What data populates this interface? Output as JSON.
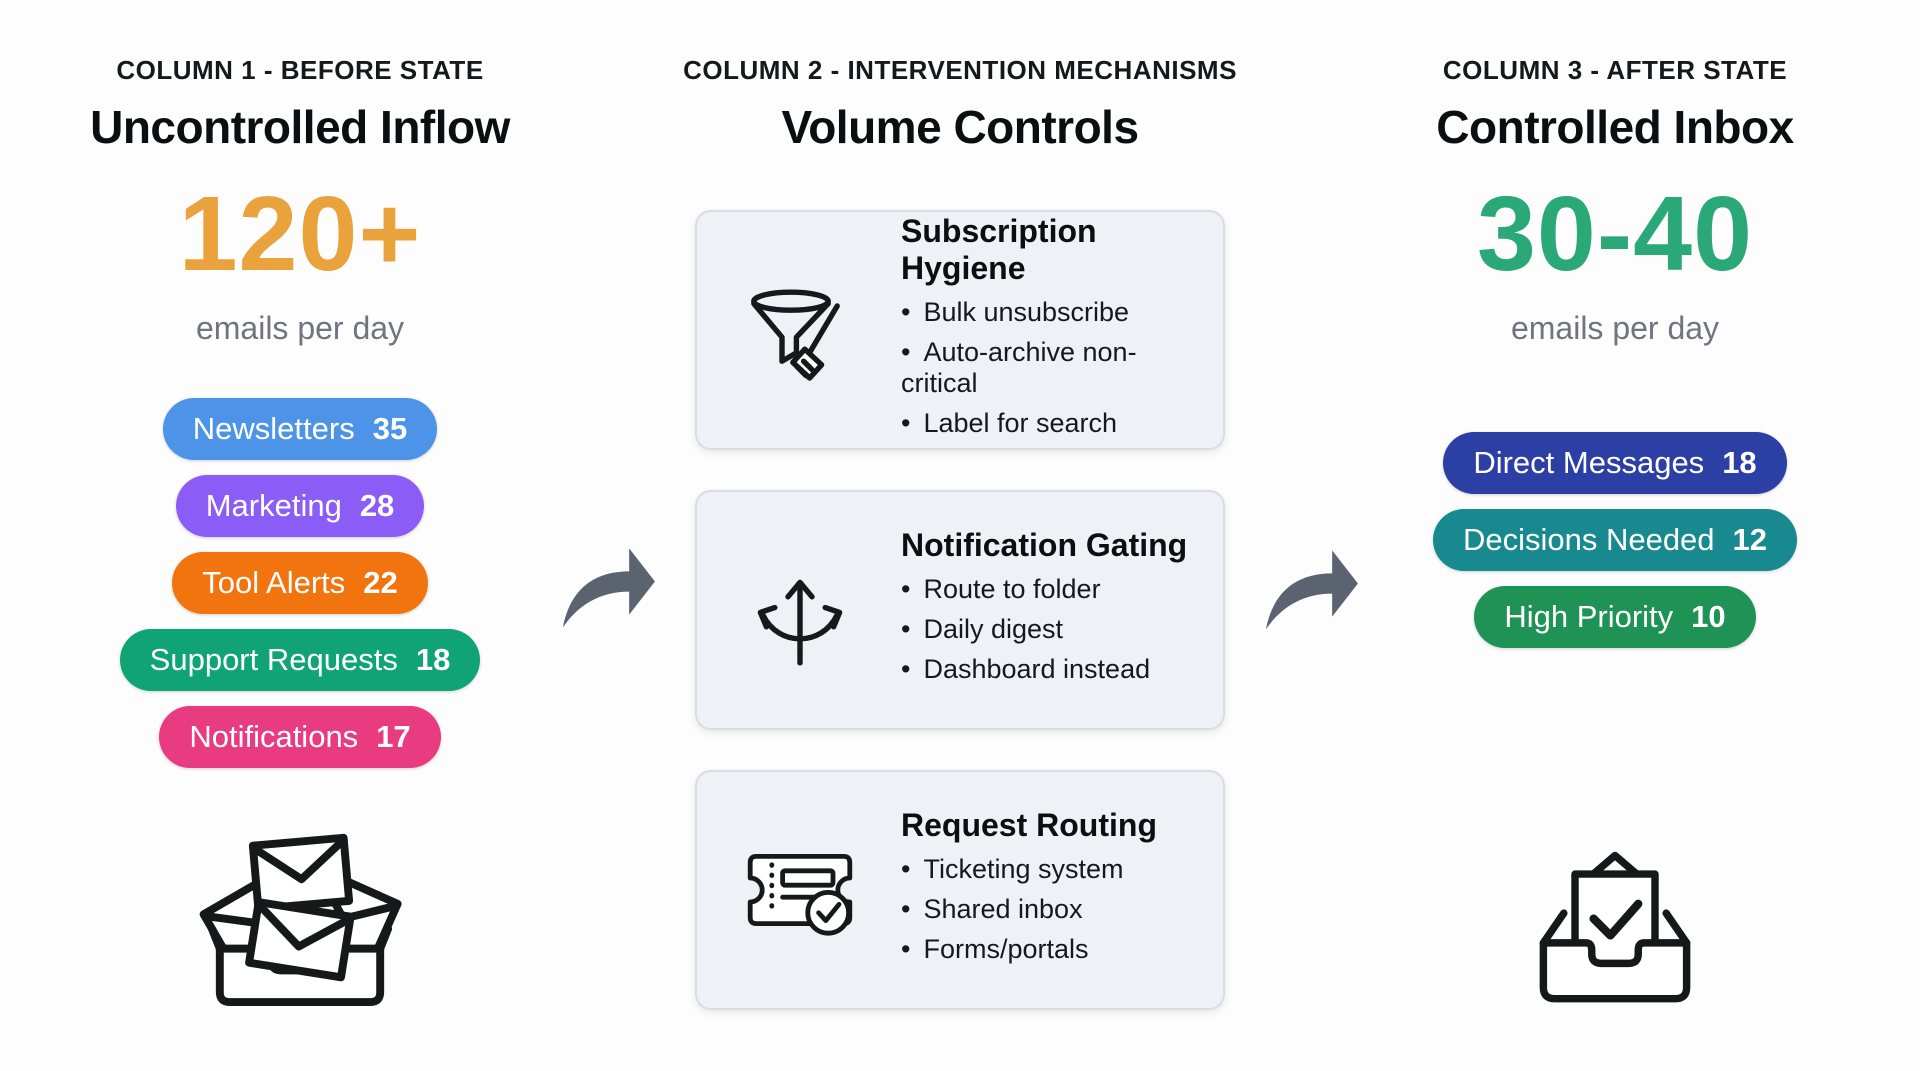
{
  "columns": [
    {
      "kicker": "COLUMN 1 - BEFORE STATE",
      "title": "Uncontrolled Inflow",
      "metric": {
        "value": "120+",
        "color": "#E9A23C",
        "caption": "emails per day"
      },
      "pills": [
        {
          "label": "Newsletters",
          "count": "35",
          "color": "#4D94E8"
        },
        {
          "label": "Marketing",
          "count": "28",
          "color": "#8B5CF6"
        },
        {
          "label": "Tool Alerts",
          "count": "22",
          "color": "#F2740E"
        },
        {
          "label": "Support Requests",
          "count": "18",
          "color": "#10A376"
        },
        {
          "label": "Notifications",
          "count": "17",
          "color": "#E93B80"
        }
      ],
      "icon": "overflowing-inbox-icon"
    },
    {
      "kicker": "COLUMN 2 - INTERVENTION MECHANISMS",
      "title": "Volume Controls",
      "cards": [
        {
          "icon": "funnel-broom-icon",
          "title": "Subscription Hygiene",
          "bullets": [
            "Bulk unsubscribe",
            "Auto-archive non-critical",
            "Label for search"
          ]
        },
        {
          "icon": "branching-arrows-icon",
          "title": "Notification Gating",
          "bullets": [
            "Route to folder",
            "Daily digest",
            "Dashboard instead"
          ]
        },
        {
          "icon": "ticket-check-icon",
          "title": "Request Routing",
          "bullets": [
            "Ticketing system",
            "Shared inbox",
            "Forms/portals"
          ]
        }
      ]
    },
    {
      "kicker": "COLUMN 3 - AFTER STATE",
      "title": "Controlled Inbox",
      "metric": {
        "value": "30-40",
        "color": "#2BA878",
        "caption": "emails per day"
      },
      "pills": [
        {
          "label": "Direct Messages",
          "count": "18",
          "color": "#2C3FA5"
        },
        {
          "label": "Decisions Needed",
          "count": "12",
          "color": "#17898F"
        },
        {
          "label": "High Priority",
          "count": "10",
          "color": "#1F9355"
        }
      ],
      "icon": "clean-inbox-icon"
    }
  ],
  "arrows": {
    "color": "#5B6370"
  }
}
